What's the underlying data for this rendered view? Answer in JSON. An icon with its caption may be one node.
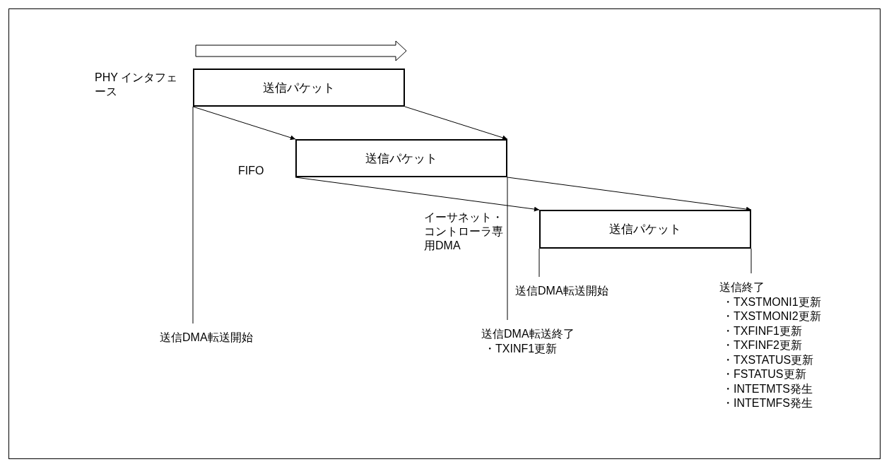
{
  "diagram": {
    "nodes": [
      {
        "text": [
          "送信パケット"
        ],
        "beside": [
          "PHY インタフェース"
        ]
      },
      {
        "text": [
          "送信パケット"
        ],
        "beside": [
          "FIFO"
        ]
      },
      {
        "text": [
          "送信パケット"
        ],
        "beside": [
          "イーサネット・コントローラ専用DMA"
        ]
      },
      {
        "text": [
          "送信DMA転送開始"
        ]
      },
      {
        "text": [
          "送信DMA転送終了",
          "・TXINF1更新"
        ]
      },
      {
        "text": [
          "送信DMA転送開始"
        ]
      },
      {
        "text": [
          "送信終了",
          "・TXSTMONI1更新",
          "・TXSTMONI2更新",
          "・TXFINF1更新",
          "・TXFINF2更新",
          "・TXSTATUS更新",
          "・FSTATUS更新",
          "・INTETMTS発生",
          "・INTETMFS発生"
        ]
      }
    ],
    "edges": [
      {
        "from": 0,
        "to": 1,
        "arrow": "to"
      },
      {
        "from": 0,
        "to": 1,
        "arrow": "to"
      },
      {
        "from": 1,
        "to": 2,
        "arrow": "to"
      },
      {
        "from": 1,
        "to": 2,
        "arrow": "to"
      },
      {
        "from": 0,
        "to": 3,
        "arrow": "none"
      },
      {
        "from": 1,
        "to": 4,
        "arrow": "none"
      },
      {
        "from": 2,
        "to": 5,
        "arrow": "none"
      },
      {
        "from": 2,
        "to": 6,
        "arrow": "none"
      }
    ]
  }
}
